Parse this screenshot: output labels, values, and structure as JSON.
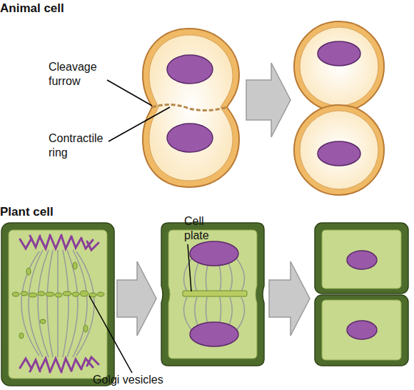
{
  "diagram": {
    "labels": [
      "Animal cell",
      "Cleavage furrow",
      "Contractile ring",
      "Plant cell",
      "Cell plate",
      "Golgi vesicles"
    ]
  }
}
